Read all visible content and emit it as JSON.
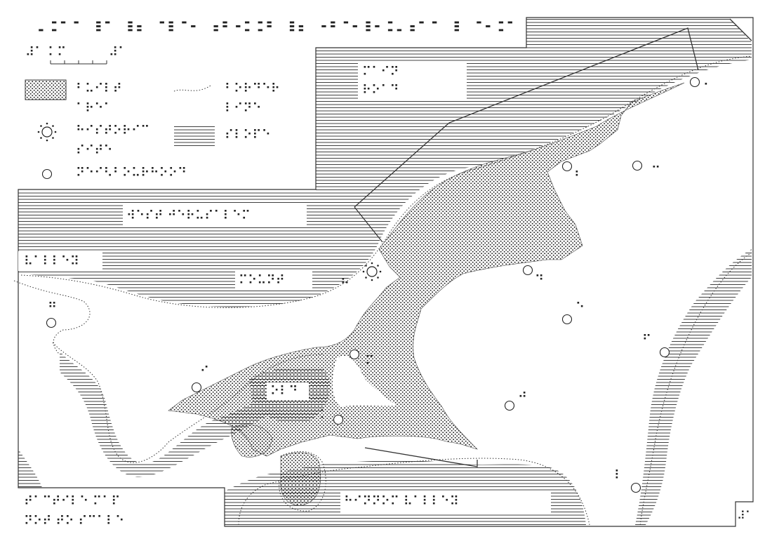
{
  "title_braille": "⠠⠍⠁⠏ ⠷ ⠹⠑ ⠞⠪⠝ ⠷ ⠚⠑⠗⠥⠎⠁⠇⠑⠍",
  "scale": {
    "label_braille": "⠼⠁ ⠅⠍"
  },
  "legend": [
    {
      "id": "built-area",
      "symbol": "dotted-fill",
      "label_braille": [
        "⠃⠥⠊⠇⠞",
        "⠁⠗⠑⠁"
      ]
    },
    {
      "id": "border-line",
      "symbol": "dotted-line",
      "label_braille": [
        "⠃⠕⠗⠙⠑⠗",
        "⠇⠊⠝⠑"
      ]
    },
    {
      "id": "historic-site",
      "symbol": "sun-circle",
      "label_braille": [
        "⠓⠊⠎⠞⠕⠗⠊⠉",
        "⠎⠊⠞⠑"
      ]
    },
    {
      "id": "slope",
      "symbol": "hatch",
      "label_braille": [
        "⠎⠇⠕⠏⠑"
      ]
    },
    {
      "id": "neighbourhood",
      "symbol": "circle",
      "label_braille": [
        "⠝⠑⠊⠣⠃⠕⠥⠗⠓⠕⠕⠙"
      ]
    }
  ],
  "map_labels": [
    {
      "id": "label-top-boxed",
      "braille": [
        "⠍⠁⠊⠝",
        "⠗⠕⠁⠙"
      ]
    },
    {
      "id": "label-west-band",
      "braille": "⠺⠑⠎⠞ ⠚⠑⠗⠥⠎⠁⠇⠑⠍"
    },
    {
      "id": "label-left-box",
      "braille": "⠧⠁⠇⠇⠑⠽"
    },
    {
      "id": "label-center-band",
      "braille": "⠍⠕⠥⠝⠞"
    },
    {
      "id": "label-old-city",
      "braille": "⠕⠇⠙"
    },
    {
      "id": "label-south-band",
      "braille": "⠓⠊⠝⠝⠕⠍ ⠧⠁⠇⠇⠑⠽"
    }
  ],
  "place_marks": [
    {
      "id": "pm-1",
      "braille": "⠁"
    },
    {
      "id": "pm-2",
      "braille": "⠃"
    },
    {
      "id": "pm-3",
      "braille": "⠉"
    },
    {
      "id": "pm-4",
      "braille": "⠙"
    },
    {
      "id": "pm-5",
      "braille": "⠑"
    },
    {
      "id": "pm-6",
      "braille": "⠋"
    },
    {
      "id": "pm-7",
      "braille": "⠛"
    },
    {
      "id": "pm-8",
      "braille": "⠓"
    },
    {
      "id": "pm-9",
      "braille": "⠊"
    },
    {
      "id": "pm-10",
      "braille": "⠚"
    },
    {
      "id": "pm-11",
      "braille": "⠅"
    },
    {
      "id": "pm-12",
      "braille": "⠇"
    },
    {
      "id": "pm-13",
      "braille": "⠍"
    }
  ],
  "footnote_braille": [
    "⠞⠁⠉⠞⠊⠇⠑ ⠍⠁⠏",
    "⠝⠕⠞ ⠞⠕ ⠎⠉⠁⠇⠑"
  ],
  "page_number_braille": "⠼⠁"
}
